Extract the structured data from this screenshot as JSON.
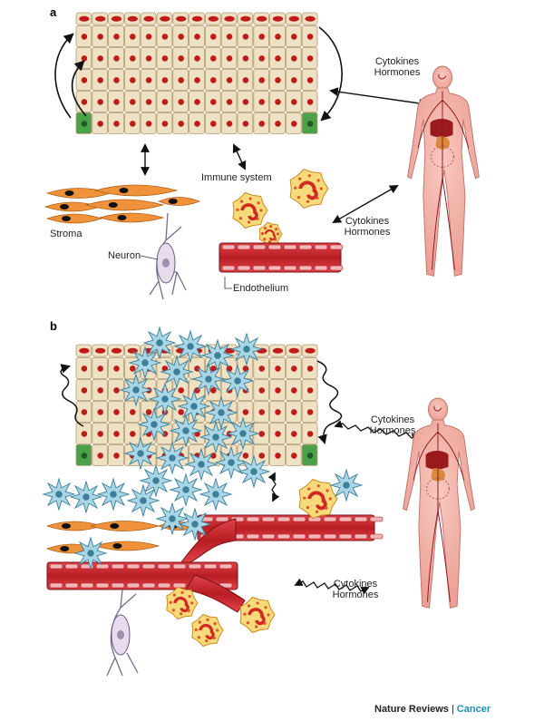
{
  "panels": {
    "a": "a",
    "b": "b"
  },
  "labels": {
    "cytokines_a": "Cytokines",
    "hormones_a": "Hormones",
    "cytokines_a2": "Cytokines",
    "hormones_a2": "Hormones",
    "immune_system": "Immune system",
    "stroma": "Stroma",
    "neuron": "Neuron",
    "endothelium": "Endothelium",
    "cytokines_b": "Cytokines",
    "hormones_b": "Hormones",
    "cytokines_b2": "Cytokines",
    "hormones_b2": "Hormones"
  },
  "credit": {
    "journal": "Nature Reviews",
    "separator": "|",
    "section": "Cancer"
  },
  "colors": {
    "epithelial_cell": "#efe2c4",
    "nucleus": "#c01a1a",
    "stem_cell": "#4aa14a",
    "stroma_cell": "#f0923a",
    "vessel": "#c8242b",
    "tumour_cell": "#a9d6e6",
    "immune_cell": "#f7da7a",
    "body": "#f3b6ad",
    "credit_accent": "#1d8fb3"
  },
  "icons": [
    "epithelium-tissue",
    "human-body-figure",
    "immune-cell",
    "neuron-cell",
    "blood-vessel",
    "tumour-cell"
  ]
}
